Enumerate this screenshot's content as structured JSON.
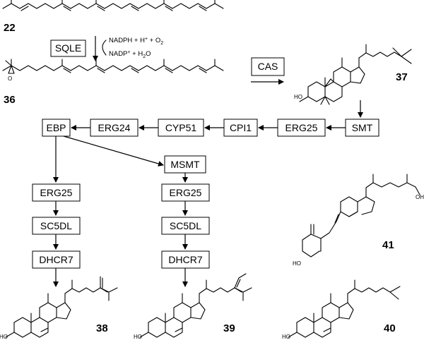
{
  "enzymes": {
    "sqle": "SQLE",
    "cas": "CAS",
    "smt": "SMT",
    "erg25_top": "ERG25",
    "cpi1": "CPI1",
    "cyp51": "CYP51",
    "erg24": "ERG24",
    "ebp": "EBP",
    "msmt": "MSMT",
    "erg25_left": "ERG25",
    "sc5dl_left": "SC5DL",
    "dhcr7_left": "DHCR7",
    "erg25_mid": "ERG25",
    "sc5dl_mid": "SC5DL",
    "dhcr7_mid": "DHCR7"
  },
  "compounds": {
    "c22": "22",
    "c36": "36",
    "c37": "37",
    "c38": "38",
    "c39": "39",
    "c40": "40",
    "c41": "41"
  },
  "cofactors": {
    "in_a": "NADPH + H",
    "in_sup": "+",
    "in_b": " + O",
    "in_sub": "2",
    "out_a": "NADP",
    "out_sup": "+",
    "out_b": " + H",
    "out_sub": "2",
    "out_c": "O"
  },
  "atoms": {
    "ho": "HO",
    "oh": "OH",
    "o": "O",
    "h": "H"
  }
}
